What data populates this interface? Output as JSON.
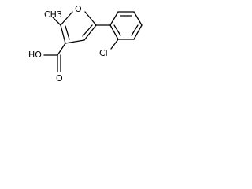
{
  "molecule": {
    "labels": {
      "oxygen_ring": "O",
      "methyl": "CH3",
      "carboxyl": "HO",
      "carbonyl_oxygen": "O",
      "chlorine": "Cl"
    }
  },
  "colors": {
    "bond": "#000000",
    "background": "#ffffff"
  }
}
